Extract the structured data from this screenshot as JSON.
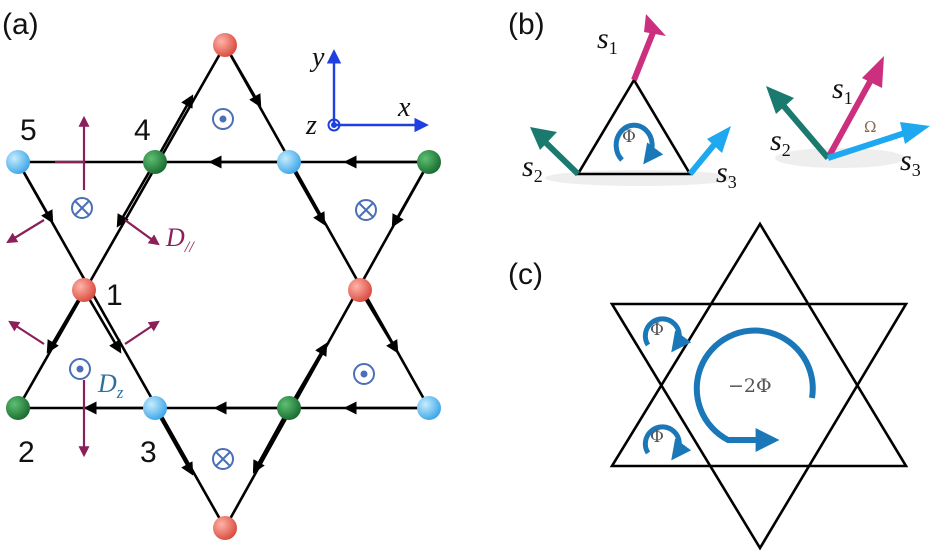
{
  "panels": {
    "a": {
      "label": "(a)",
      "site_numbers": [
        "5",
        "4",
        "1",
        "2",
        "3"
      ],
      "axes": {
        "y": "y",
        "x": "x",
        "z": "z"
      },
      "d_parallel": {
        "main": "D",
        "sub": "//"
      },
      "d_z": {
        "main": "D",
        "sub": "z"
      },
      "colors": {
        "red": "#e0564a",
        "blue": "#5ab4ea",
        "green": "#1f7a3a",
        "dmi_arrow": "#8a1f5a",
        "axis": "#1f3fe0",
        "dz_text": "#2a6f9f"
      }
    },
    "b": {
      "label": "(b)",
      "spins": [
        {
          "main": "s",
          "sub": "1",
          "color": "#cc2f7e"
        },
        {
          "main": "s",
          "sub": "2",
          "color": "#1a7a6e"
        },
        {
          "main": "s",
          "sub": "3",
          "color": "#1ea8f0"
        }
      ],
      "flux": "Φ",
      "solid_angle": "Ω"
    },
    "c": {
      "label": "(c)",
      "fluxes": [
        "Φ",
        "Φ",
        "−2Φ"
      ],
      "loop_color": "#1b78b8"
    }
  }
}
